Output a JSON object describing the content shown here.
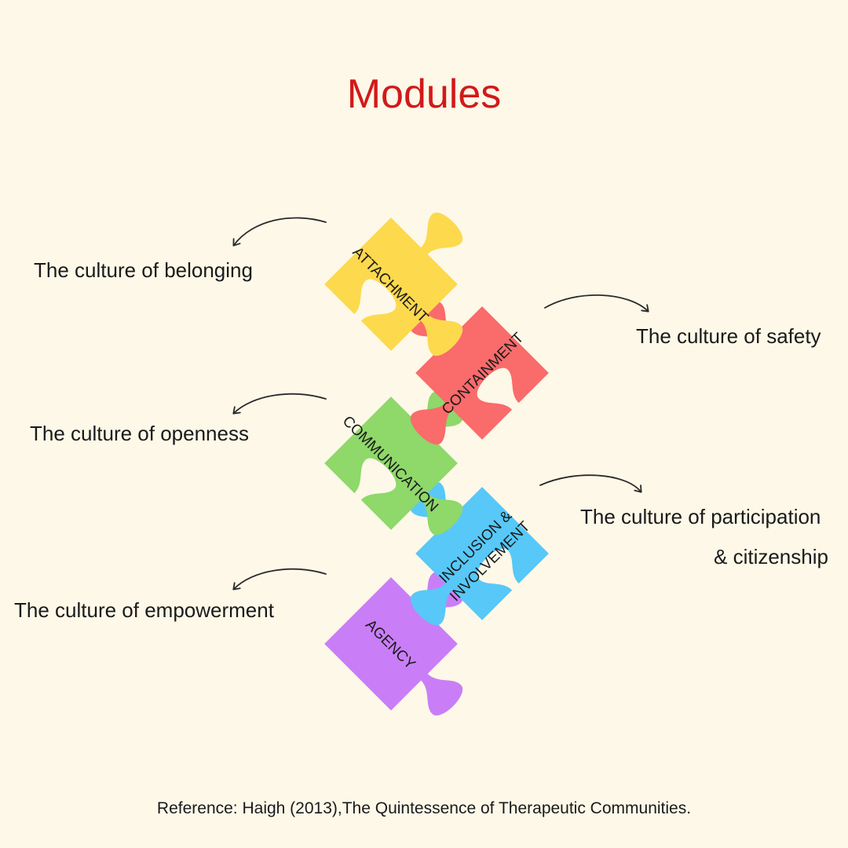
{
  "title": "Modules",
  "modules": [
    {
      "label": "ATTACHMENT",
      "caption": "The culture of belonging",
      "color": "#fdd94e"
    },
    {
      "label": "CONTAINMENT",
      "caption": "The culture of safety",
      "color": "#fa6b6b"
    },
    {
      "label": "COMMUNICATION",
      "caption": "The culture of openness",
      "color": "#8fd86a"
    },
    {
      "label_line1": "INCLUSION &",
      "label_line2": "INVOLVEMENT",
      "caption_line1": "The culture of participation",
      "caption_line2": "& citizenship",
      "color": "#57c8f8"
    },
    {
      "label": "AGENCY",
      "caption": "The culture of empowerment",
      "color": "#c97ef7"
    }
  ],
  "reference": "Reference: Haigh (2013),The Quintessence of Therapeutic Communities.",
  "colors": {
    "background": "#fdf8e8",
    "title": "#d11a1a"
  }
}
